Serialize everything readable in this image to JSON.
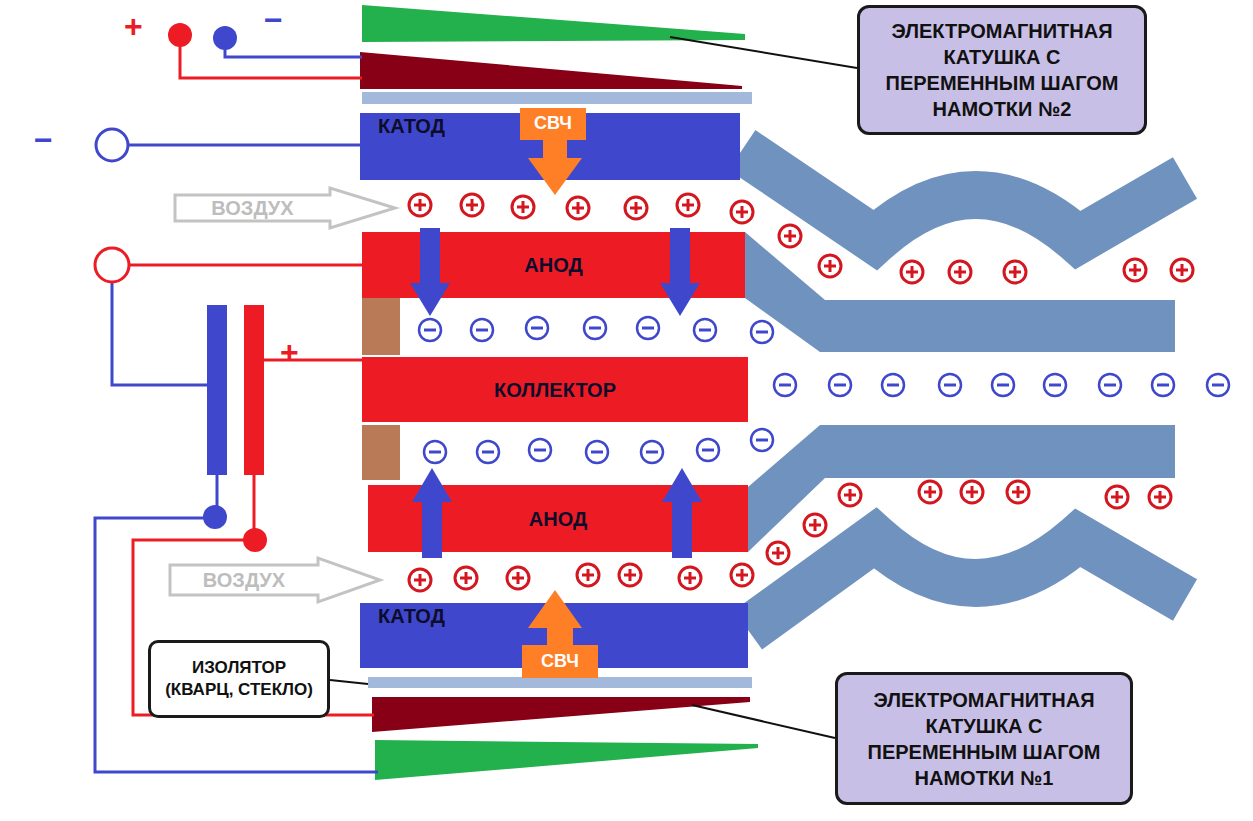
{
  "diagram": {
    "nodes": [
      {
        "text": [
          "ЭЛЕКТРОМАГНИТНАЯ КАТУШКА С ПЕРЕМЕННЫМ ШАГОМ НАМОТКИ №2"
        ]
      },
      {
        "text": [
          "СВЧ"
        ]
      },
      {
        "text": [
          "КАТОД"
        ]
      },
      {
        "text": [
          "ВОЗДУХ"
        ]
      },
      {
        "text": [
          "АНОД"
        ]
      },
      {
        "text": [
          "КОЛЛЕКТОР"
        ]
      },
      {
        "text": [
          "АНОД"
        ]
      },
      {
        "text": [
          "ВОЗДУХ"
        ]
      },
      {
        "text": [
          "КАТОД"
        ]
      },
      {
        "text": [
          "СВЧ"
        ]
      },
      {
        "text": [
          "ИЗОЛЯТОР (КВАРЦ, СТЕКЛО)"
        ]
      },
      {
        "text": [
          "ЭЛЕКТРОМАГНИТНАЯ КАТУШКА С ПЕРЕМЕННЫМ ШАГОМ НАМОТКИ №1"
        ]
      }
    ],
    "labels": [
      "+",
      "−",
      "−",
      "+"
    ]
  }
}
